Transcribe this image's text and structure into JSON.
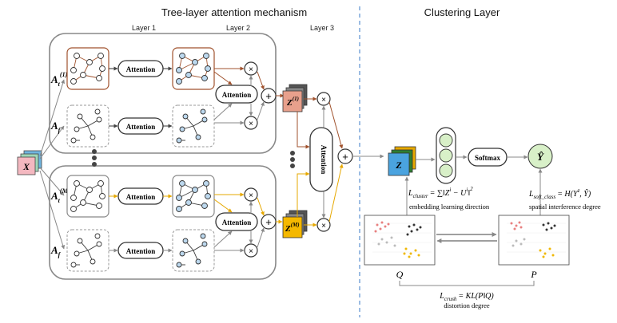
{
  "titles": {
    "left": "Tree-layer attention mechanism",
    "right": "Clustering Layer"
  },
  "layers": {
    "l1": "Layer 1",
    "l2": "Layer 2",
    "l3": "Layer 3"
  },
  "labels": {
    "attention": "Attention",
    "softmax": "Softmax",
    "x": "X",
    "z": "Z",
    "y_hat": "Ŷ",
    "q": "Q",
    "p": "P"
  },
  "branches": {
    "top_At": {
      "base": "A",
      "sub": "t",
      "sup": "(1)"
    },
    "top_Af": {
      "base": "A",
      "sub": "f"
    },
    "bot_At": {
      "base": "A",
      "sub": "t",
      "sup": "(M)"
    },
    "bot_Af": {
      "base": "A",
      "sub": "f"
    }
  },
  "outputs": {
    "z1": {
      "base": "Z",
      "sup": "(1)"
    },
    "zm": {
      "base": "Z",
      "sup": "(M)"
    }
  },
  "losses": {
    "cluster": {
      "name": "L",
      "sub": "cluster",
      "formula": "= ∑‖Z",
      "sup1": "i",
      "mid": " − U",
      "sup2": "i",
      "end": "‖",
      "sq": "2",
      "caption": "embedding learning direction"
    },
    "soft": {
      "name": "L",
      "sub": "soft_class",
      "formula": "= H(Y",
      "sup": "z",
      "end": ", Ŷ)",
      "caption": "spatial interference degree"
    },
    "crush": {
      "name": "L",
      "sub": "crush",
      "formula": "= KL(P‖Q)",
      "caption": "distortion degree"
    }
  },
  "colors": {
    "brown": "#a0522d",
    "gold": "#e6a800",
    "gray": "#888888",
    "node": "#bcd8ee",
    "z1_fill": "#e8a08c",
    "zm_fill": "#f5b800",
    "x_fill": "#f4b8c0",
    "dash": "#5b8fd0",
    "yhat_fill": "#d8f0c8"
  }
}
